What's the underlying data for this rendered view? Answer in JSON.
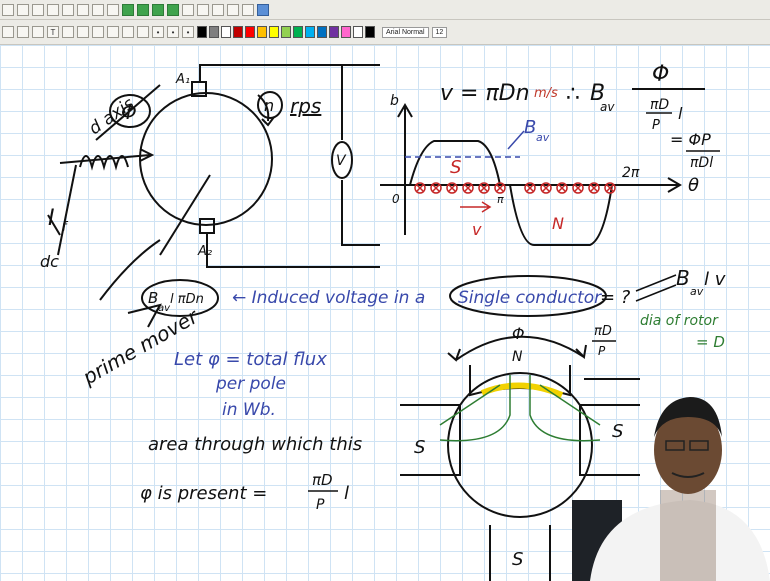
{
  "toolbar": {
    "font_name": "Arial Normal",
    "font_size": "12",
    "palette": [
      "#000000",
      "#7f7f7f",
      "#ffffff",
      "#c00000",
      "#ff0000",
      "#ffc000",
      "#ffff00",
      "#92d050",
      "#00b050",
      "#00b0f0",
      "#0070c0",
      "#7030a0",
      "#ff66cc",
      "#ffffff",
      "#000000"
    ]
  },
  "board": {
    "d_axis": "d axis",
    "phi": "Φ",
    "A1": "A₁",
    "A2": "A₂",
    "n_rps": "rps",
    "n": "n",
    "V": "V",
    "If": "I",
    "If_sub": "f",
    "dc": "dc",
    "prime_mover": "prime mover",
    "velocity_eq": "v = πDn",
    "velocity_unit": "m/s",
    "therefore": "∴",
    "bav": "B",
    "bav_sub": "av",
    "eq_phi": "Φ",
    "eq_pid_p": "πD",
    "eq_p": "P",
    "eq_l": "l",
    "eq_result": "= ΦP",
    "eq_result_den": "πDl",
    "b_axis": "b",
    "bav_label": "B",
    "bav_label_sub": "av",
    "S_pole": "S",
    "N_pole": "N",
    "two_pi": "2π",
    "theta": "θ",
    "zero": "0",
    "pi": "π",
    "v_arrow": "v",
    "induced_box": "B",
    "induced_box_sub": "av",
    "induced_box_rest": "l πDn",
    "induced_text": "← Induced voltage in a",
    "single_conductor": "Single conductor",
    "eq_q": "= ?",
    "answer": "B",
    "answer_sub": "av",
    "answer_rest": " l v",
    "dia_rotor": "dia of rotor",
    "dia_eq": "= D",
    "pole_phi": "Φ",
    "pole_N": "N",
    "pole_S_left": "S",
    "pole_S_right": "S",
    "pole_S_bottom": "S",
    "piD_over_p": "πD",
    "piD_over_p_den": "P",
    "let_phi": "Let φ = total flux",
    "per_pole": "per pole",
    "in_wb": "in Wb.",
    "area_text": "area through which this",
    "phi_present": "φ is present =",
    "area_frac_num": "πD",
    "area_frac_den": "P",
    "area_l": "l"
  }
}
